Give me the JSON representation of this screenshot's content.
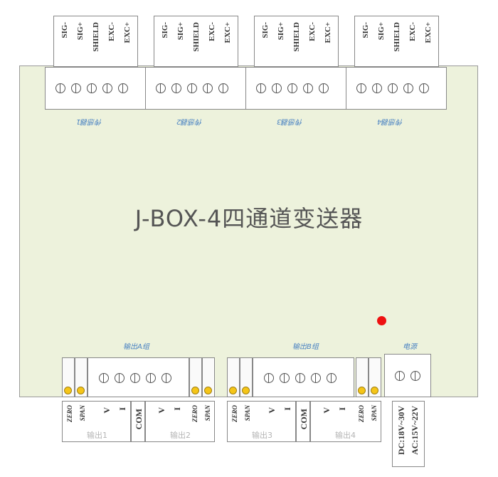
{
  "title": "J-BOX-4四通道变送器",
  "sensor_pins": [
    "SIG-",
    "SIG+",
    "SHIELD",
    "EXC-",
    "EXC+"
  ],
  "sensor_labels": [
    "传感器1",
    "传感器2",
    "传感器3",
    "传感器4"
  ],
  "group_a_label": "输出A组",
  "group_b_label": "输出B组",
  "power_label": "电源",
  "out_pins": {
    "zero": "ZERO",
    "span": "SPAN",
    "v": "V",
    "i": "I",
    "com": "COM"
  },
  "out_labels": [
    "输出1",
    "输出2",
    "输出3",
    "输出4"
  ],
  "power_dc": "DC:18V~30V",
  "power_ac": "AC:15V~22V",
  "colors": {
    "board": "#edf2dc",
    "label_blue": "#4b83c2",
    "led": "#f5c518",
    "indicator": "#ee1111"
  }
}
